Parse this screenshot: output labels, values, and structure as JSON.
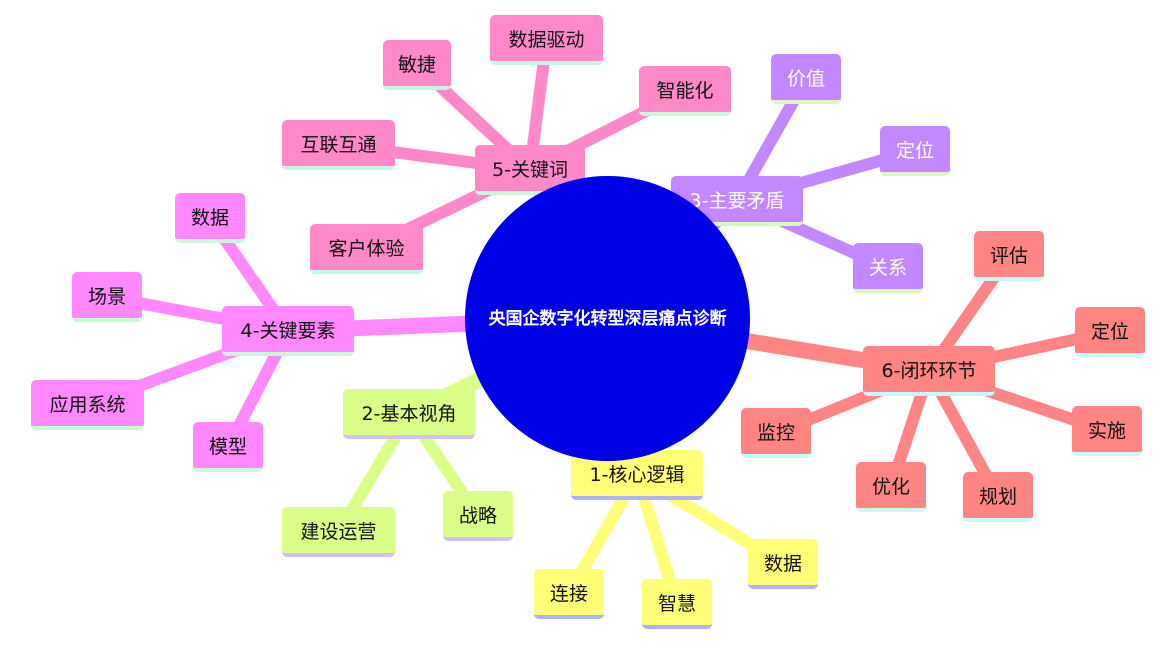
{
  "center": {
    "title": "央国企数字化转型深层痛点诊断",
    "color": "#0000e6"
  },
  "branches": [
    {
      "label": "5-关键词",
      "color": "#ff88c8",
      "underline": "#c8f7e0",
      "text_color": "#111111",
      "children": [
        "敏捷",
        "数据驱动",
        "智能化",
        "互联互通",
        "客户体验"
      ]
    },
    {
      "label": "3-主要矛盾",
      "color": "#c388ff",
      "underline": "#d8f8c0",
      "text_color": "#ffffff",
      "children": [
        "价值",
        "定位",
        "关系"
      ]
    },
    {
      "label": "6-闭环环节",
      "color": "#ff8484",
      "underline": "#c8f8f8",
      "text_color": "#111111",
      "children": [
        "评估",
        "定位",
        "实施",
        "规划",
        "优化",
        "监控"
      ]
    },
    {
      "label": "1-核心逻辑",
      "color": "#ffff77",
      "underline": "#b0b0ff",
      "text_color": "#111111",
      "children": [
        "连接",
        "智慧",
        "数据"
      ]
    },
    {
      "label": "2-基本视角",
      "color": "#d9ff88",
      "underline": "#d0c0ff",
      "text_color": "#111111",
      "children": [
        "建设运营",
        "战略"
      ]
    },
    {
      "label": "4-关键要素",
      "color": "#ff88ff",
      "underline": "#c8f8d8",
      "text_color": "#111111",
      "children": [
        "数据",
        "场景",
        "应用系统",
        "模型"
      ]
    }
  ]
}
